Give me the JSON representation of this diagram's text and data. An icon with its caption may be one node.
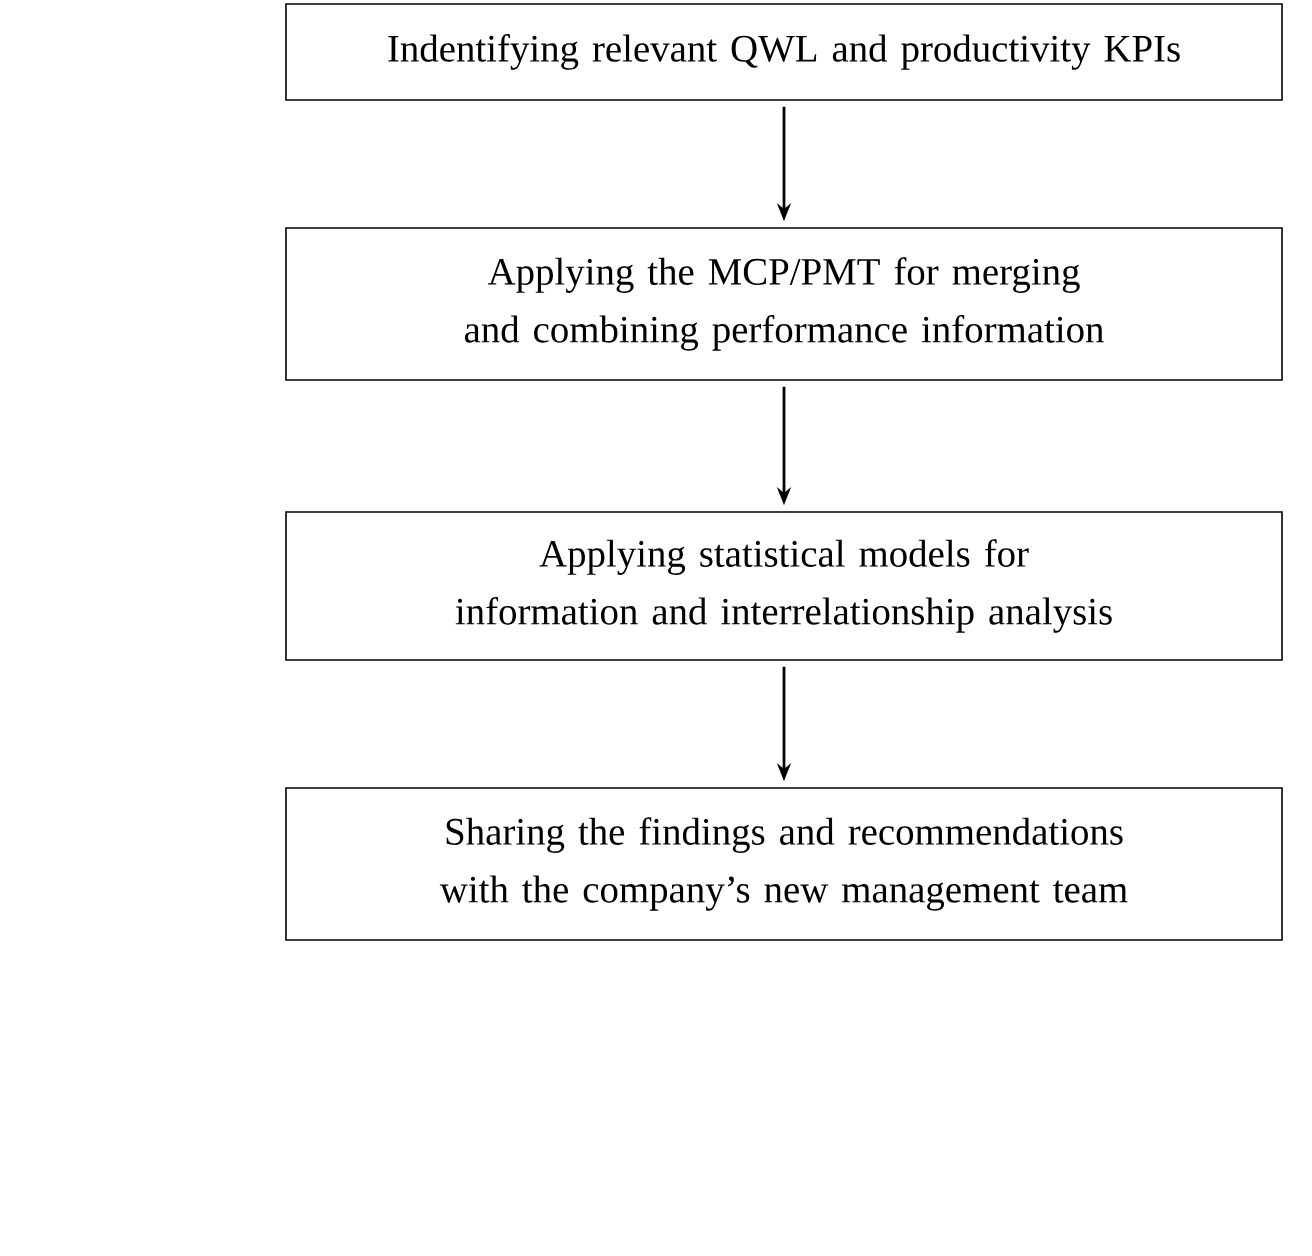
{
  "diagram": {
    "nodes": [
      {
        "text": [
          "Indentifying relevant QWL and productivity KPIs"
        ]
      },
      {
        "text": [
          "Applying the MCP/PMT for merging and combining performance information"
        ]
      },
      {
        "text": [
          "Applying statistical models for information and interrelationship analysis"
        ]
      },
      {
        "text": [
          "Sharing the findings and recommendations with the company’s new management team"
        ]
      }
    ],
    "edges": [
      {
        "from": 0,
        "to": 1,
        "arrow": "to"
      },
      {
        "from": 1,
        "to": 2,
        "arrow": "to"
      },
      {
        "from": 2,
        "to": 3,
        "arrow": "to"
      }
    ]
  }
}
